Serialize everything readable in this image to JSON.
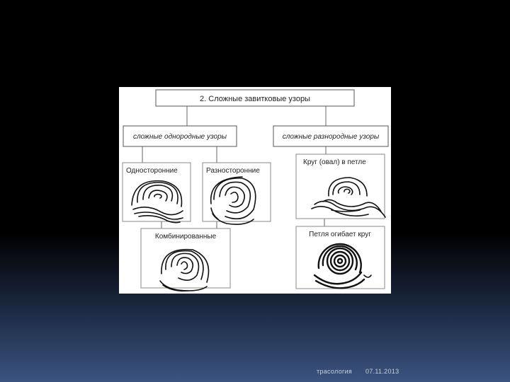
{
  "diagram": {
    "title": "2. Сложные завитковые узоры",
    "left_group": "сложные однородные узоры",
    "right_group": "сложные разнородные узоры",
    "one_sided": "Односторонние",
    "multi_sided": "Разносторонние",
    "combined": "Комбинированные",
    "circle_in_loop": "Круг (овал) в петле",
    "loop_around_circle": "Петля огибает круг"
  },
  "footer": {
    "subject": "трасология",
    "date": "07.11.2013"
  }
}
